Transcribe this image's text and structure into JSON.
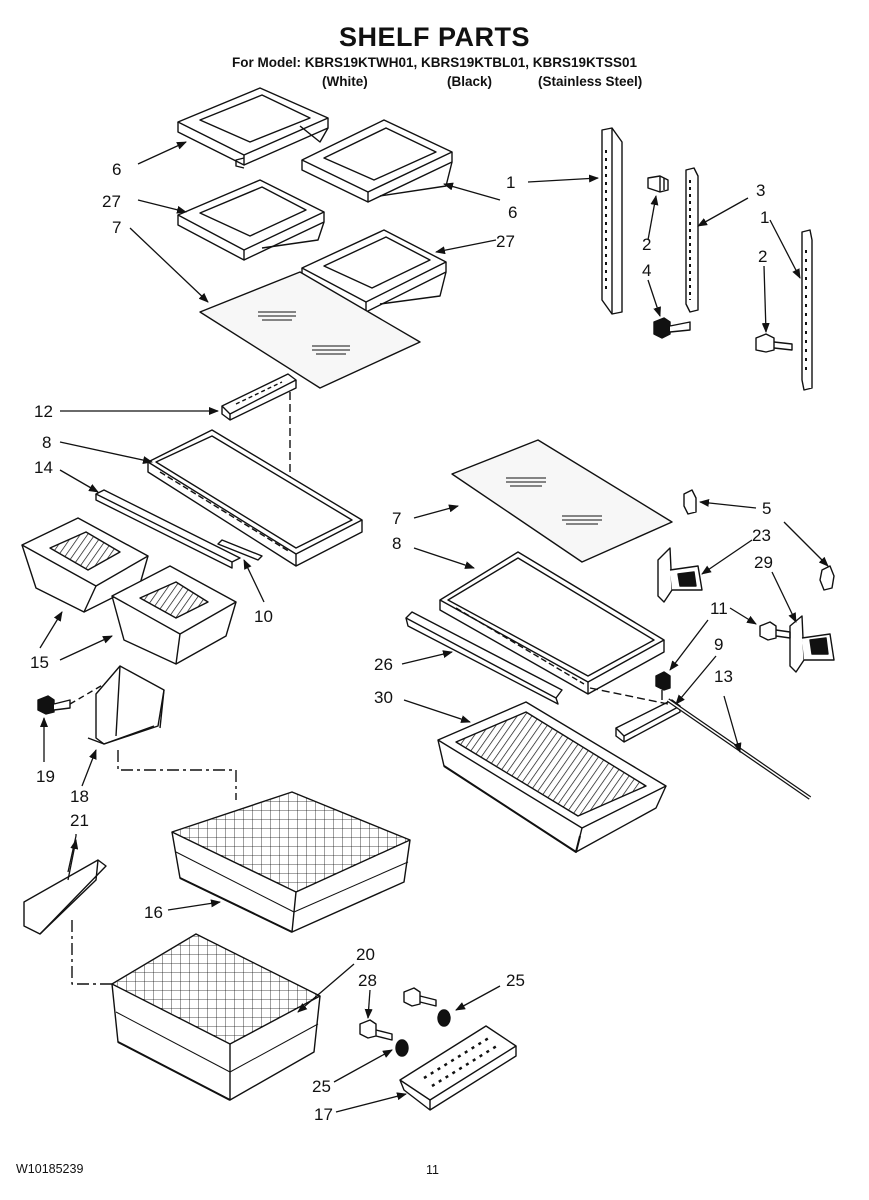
{
  "header": {
    "title": "SHELF PARTS",
    "models_line": "For Model: KBRS19KTWH01, KBRS19KTBL01, KBRS19KTSS01",
    "finishes": [
      "(White)",
      "(Black)",
      "(Stainless Steel)"
    ]
  },
  "footer": {
    "doc_number": "W10185239",
    "page_number": "11"
  },
  "callouts": [
    "6",
    "27",
    "7",
    "6",
    "27",
    "1",
    "2",
    "4",
    "3",
    "1",
    "2",
    "12",
    "8",
    "14",
    "10",
    "15",
    "19",
    "18",
    "21",
    "16",
    "20",
    "28",
    "25",
    "25",
    "17",
    "7",
    "8",
    "26",
    "30",
    "5",
    "23",
    "29",
    "11",
    "9",
    "13"
  ],
  "colors": {
    "ink": "#111111",
    "paper": "#ffffff",
    "glass": "#f2f2f2"
  }
}
